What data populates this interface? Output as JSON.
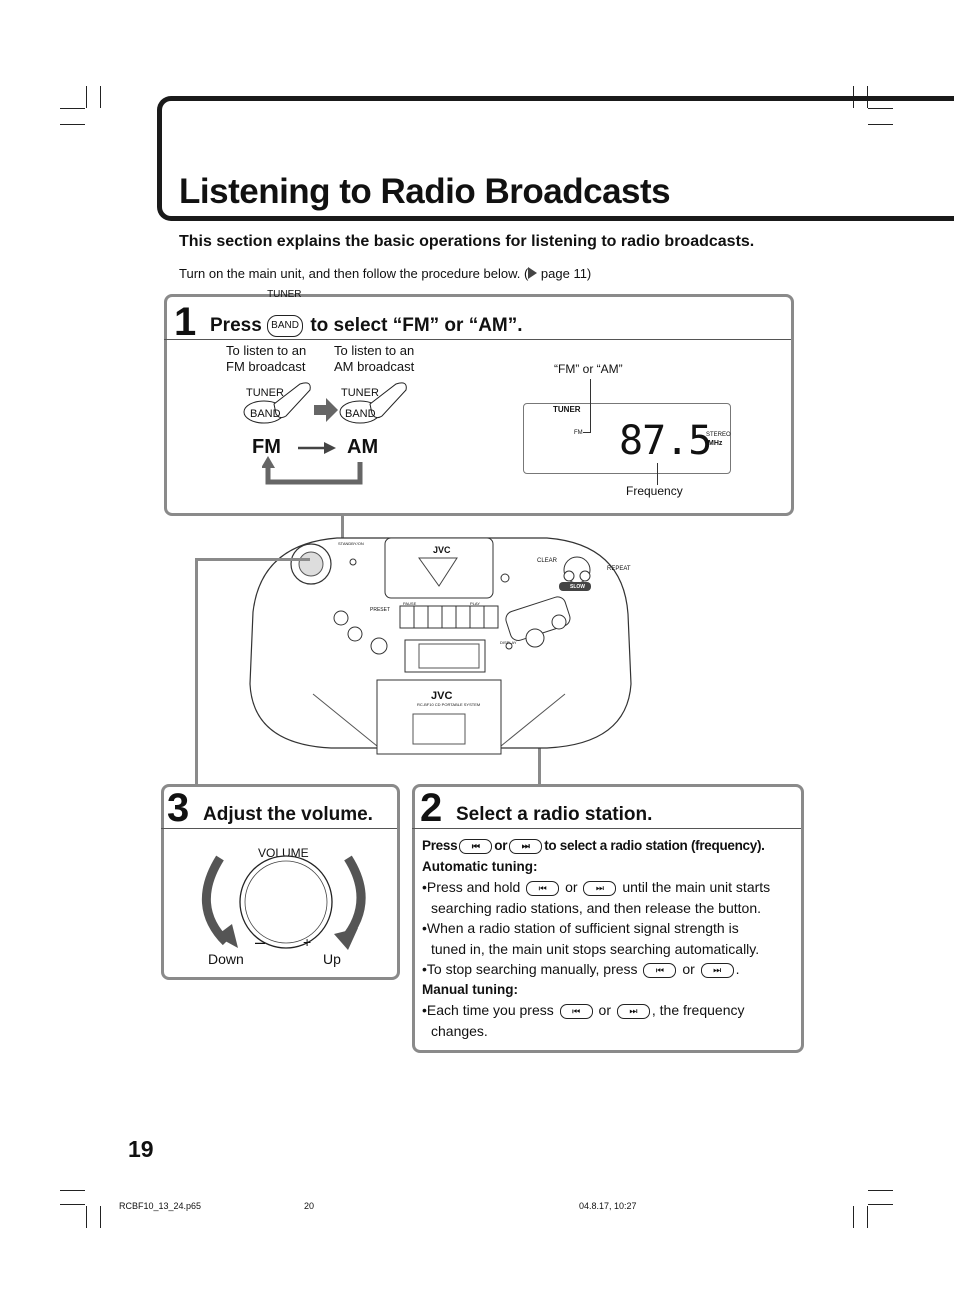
{
  "title": "Listening to Radio Broadcasts",
  "intro_bold": "This section explains the basic operations for listening to radio broadcasts.",
  "intro_text": "Turn on the main unit, and then follow the procedure below. (",
  "intro_page": " page 11)",
  "step1": {
    "number": "1",
    "press": "Press",
    "tuner_label": "TUNER",
    "band_label": "BAND",
    "tail": "to select “FM” or “AM”.",
    "fm_caption_1": "To listen to an",
    "fm_caption_2": "FM broadcast",
    "am_caption_1": "To listen to an",
    "am_caption_2": "AM broadcast",
    "fm": "FM",
    "am": "AM",
    "fm_or_am": "“FM” or “AM”",
    "lcd_tuner": "TUNER",
    "lcd_fm": "FM",
    "lcd_freq": "87.5",
    "lcd_stereo": "STEREO",
    "lcd_mhz": "MHz",
    "frequency": "Frequency"
  },
  "step2": {
    "number": "2",
    "heading": "Select a radio station.",
    "press": "Press",
    "or": "or",
    "press_tail": "to select a radio station (frequency).",
    "auto_heading": "Automatic tuning:",
    "auto_b1_a": "•Press and hold",
    "auto_b1_or": "or",
    "auto_b1_b": "until the main unit starts",
    "auto_b1_c": "searching radio stations, and then release the button.",
    "auto_b2_a": "•When a radio station of sufficient signal strength is",
    "auto_b2_b": "tuned in, the main unit stops searching automatically.",
    "auto_b3_a": "•To stop searching manually, press",
    "auto_b3_or": "or",
    "auto_b3_end": ".",
    "manual_heading": "Manual tuning:",
    "manual_a": "•Each time you press",
    "manual_or": "or",
    "manual_b": ", the frequency",
    "manual_c": "changes."
  },
  "step3": {
    "number": "3",
    "heading": "Adjust the volume.",
    "volume": "VOLUME",
    "down": "Down",
    "up": "Up",
    "minus": "–",
    "plus": "+"
  },
  "device": {
    "brand": "JVC",
    "model": "RC-BF10 CD PORTABLE SYSTEM",
    "clear": "CLEAR",
    "repeat": "REPEAT",
    "slow": "SLOW",
    "preset": "PRESET",
    "display": "DISPLAY",
    "pause": "PAUSE",
    "play": "PLAY",
    "standby": "STANDBY/ON"
  },
  "footer": {
    "page_number": "19",
    "file": "RCBF10_13_24.p65",
    "sheet": "20",
    "stamp": "04.8.17, 10:27"
  }
}
